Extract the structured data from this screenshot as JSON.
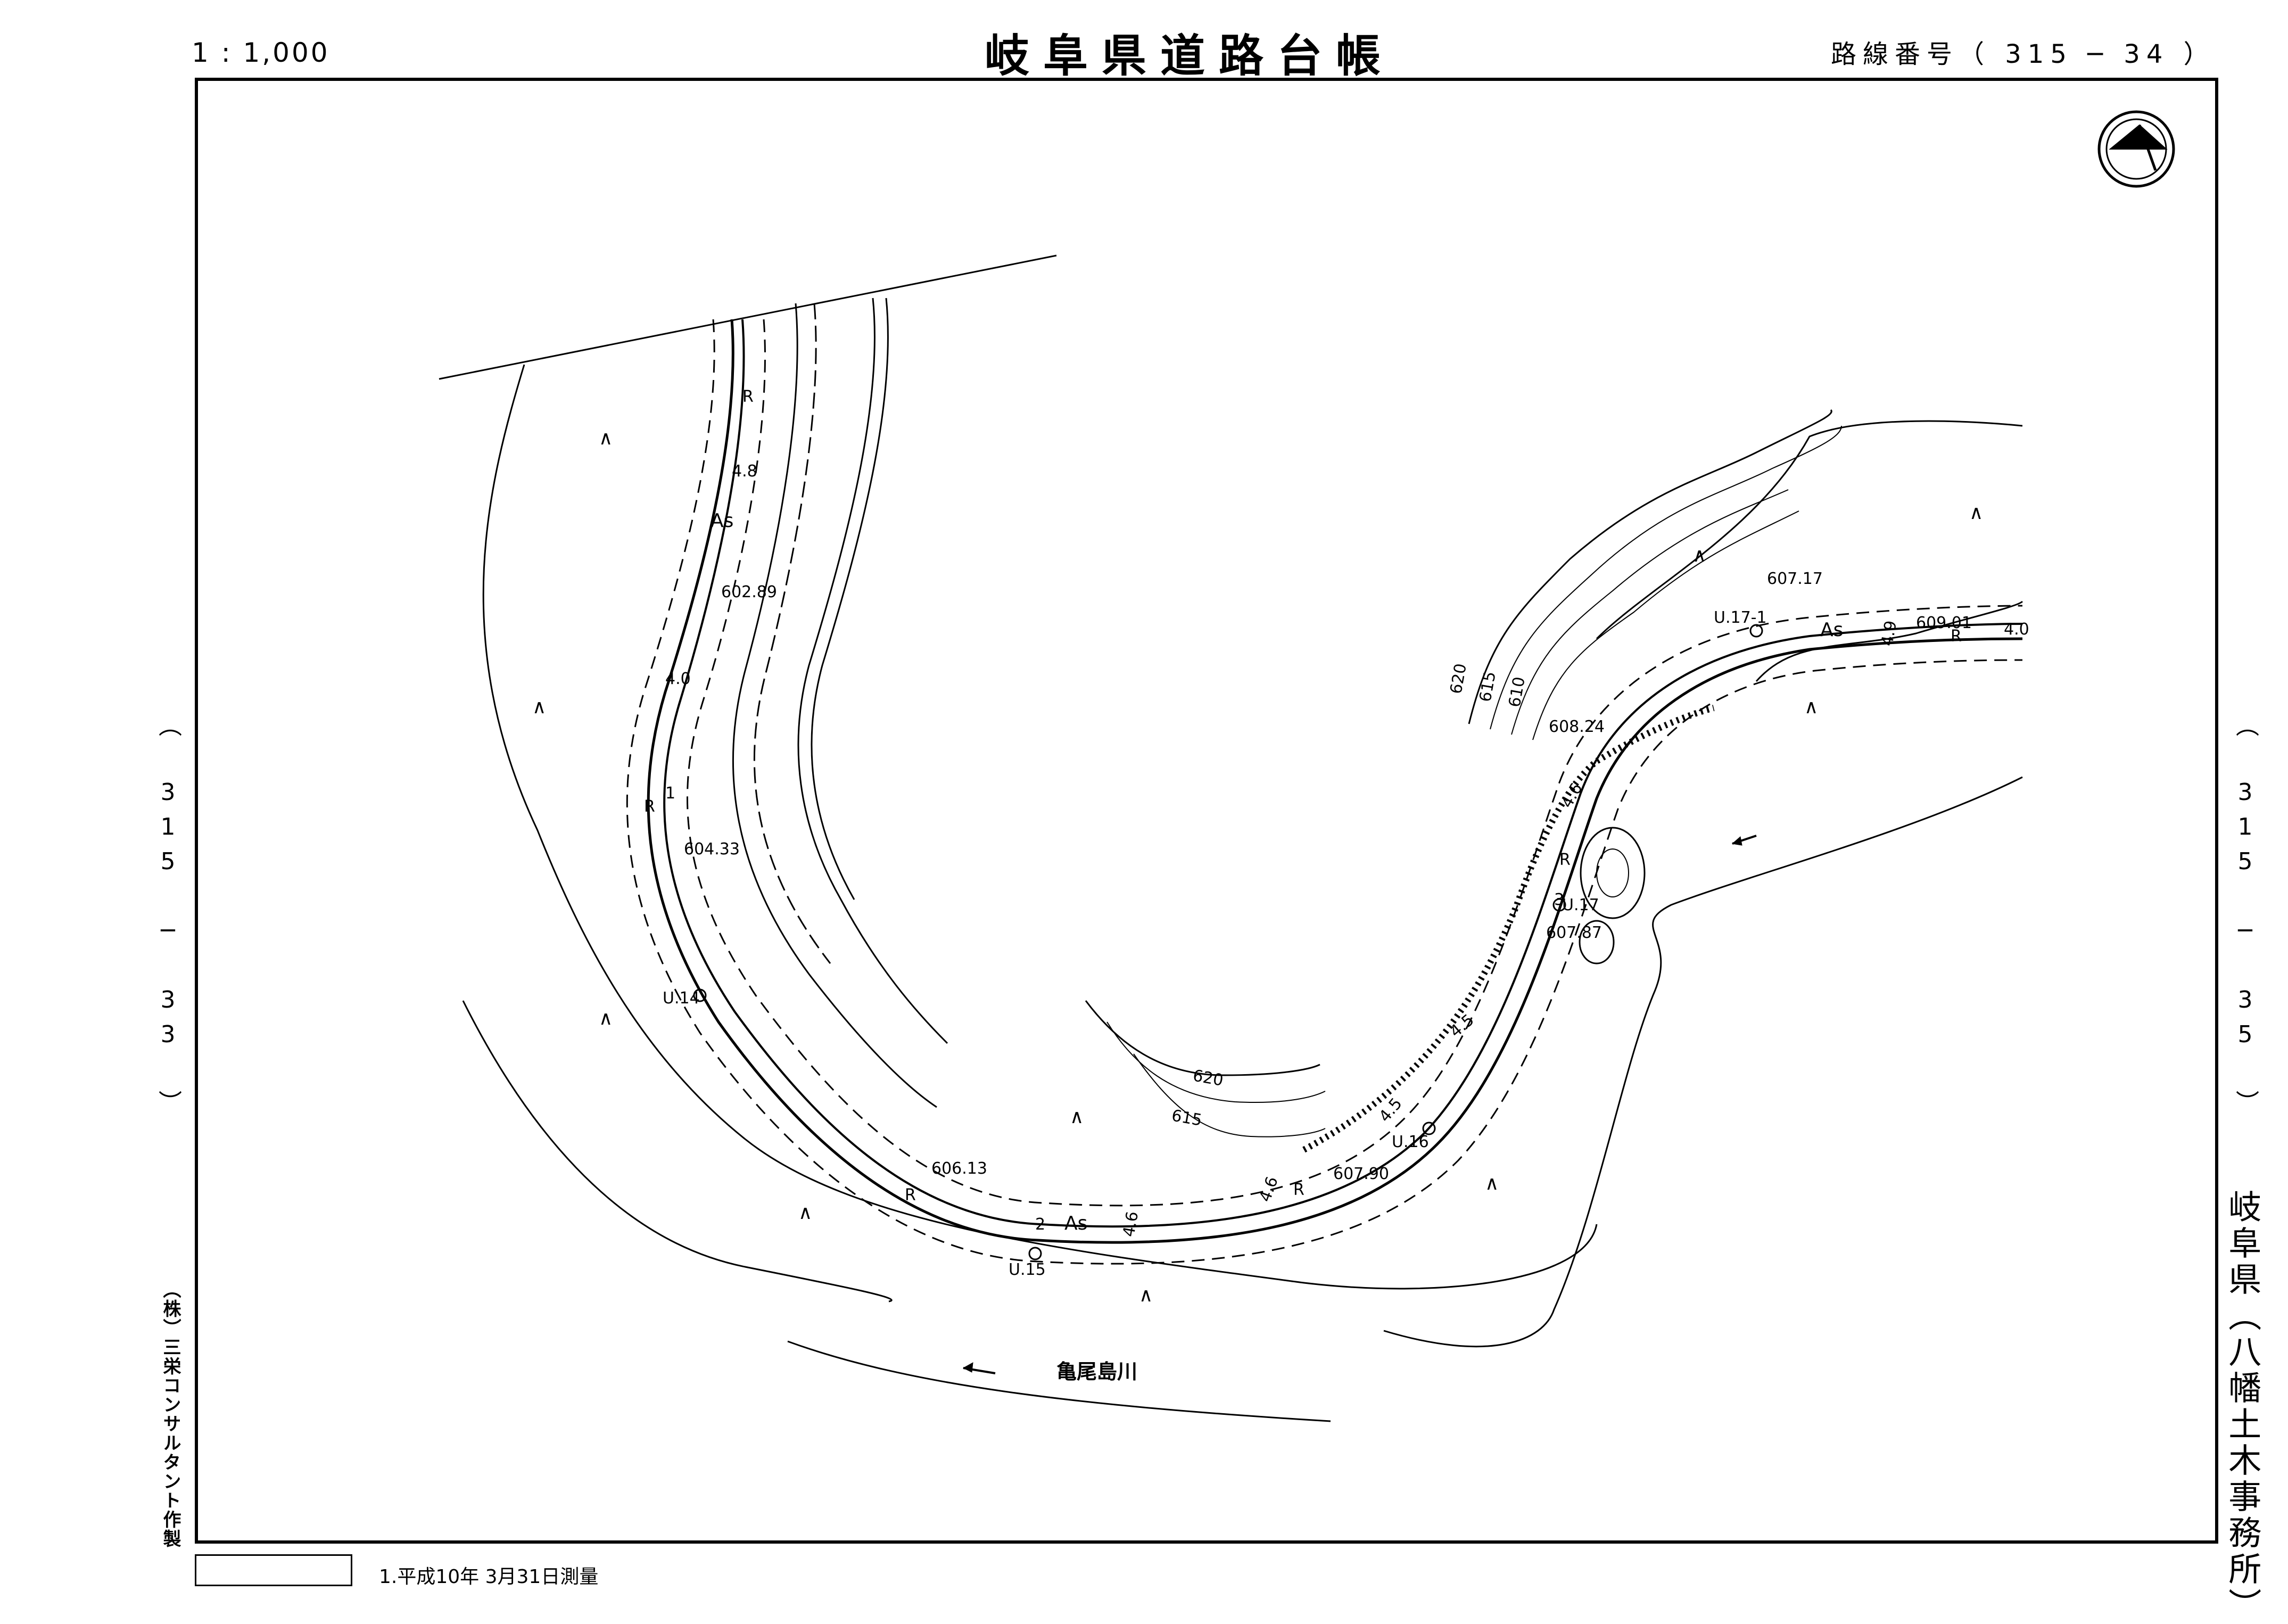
{
  "header": {
    "scale": "1 : 1,000",
    "title": "岐阜県道路台帳",
    "route_number": "路線番号（ 315 ─ 34 ）"
  },
  "side": {
    "left_sheet_ref": "（ 315 ─ 33 ）",
    "right_sheet_ref": "（ 315 ─ 35 ）",
    "office": "岐阜県（八幡土木事務所）",
    "maker": "（株）三栄コンサルタント作製"
  },
  "footer": {
    "survey_note": "1.平成10年  3月31日測量"
  },
  "map": {
    "river_name": "亀尾島川",
    "elevations": [
      "602.89",
      "604.33",
      "606.13",
      "607.90",
      "607.87",
      "608.24",
      "607.17",
      "609.01"
    ],
    "contours": [
      "620",
      "615",
      "610",
      "620",
      "615"
    ],
    "utilities": [
      "U.14",
      "U.15",
      "U.16",
      "U.17",
      "U.17-1"
    ],
    "pavement": "As",
    "widths": [
      "4.8",
      "4.0",
      "4.6",
      "4.6",
      "4.5",
      "4.5",
      "4.9",
      "4.6",
      "4.0"
    ],
    "route_markers": [
      "1",
      "2",
      "3"
    ],
    "road_marker": "R",
    "veg_mark": "∧",
    "colors": {
      "ink": "#000000",
      "paper": "#ffffff"
    },
    "icons": [
      "north-arrow-icon",
      "flow-arrow-icon"
    ]
  }
}
